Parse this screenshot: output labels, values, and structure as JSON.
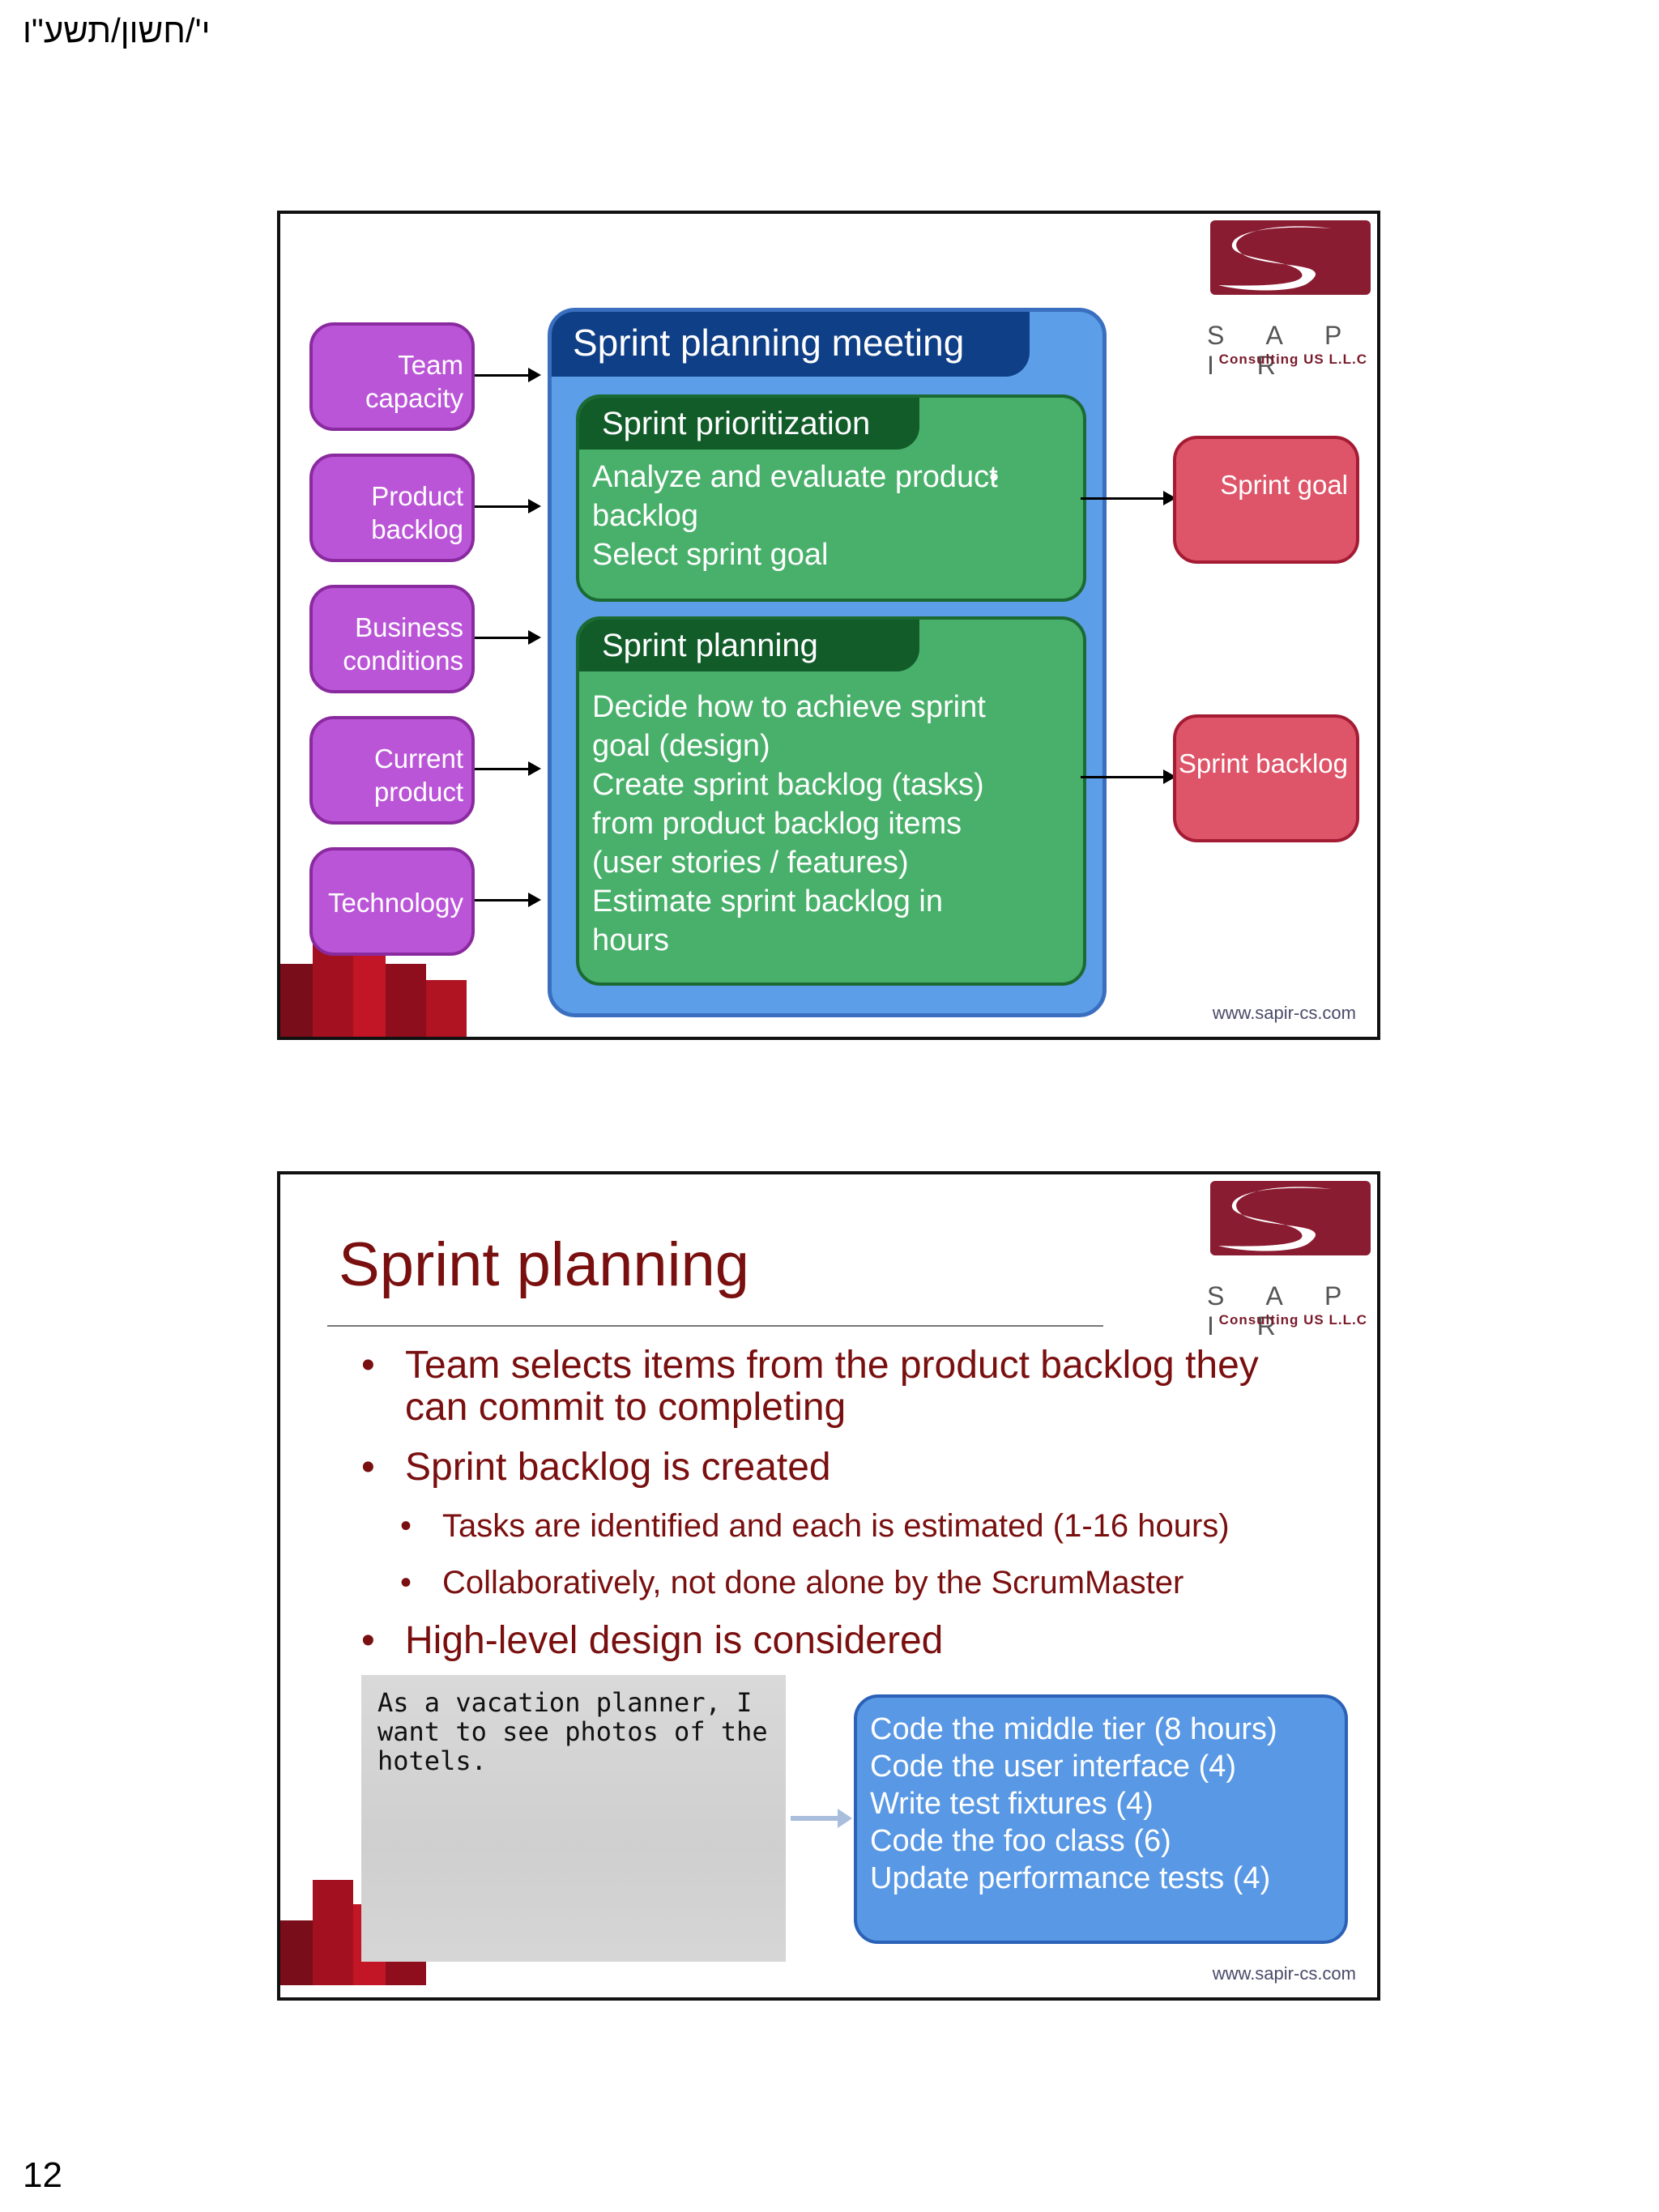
{
  "header": {
    "date": "י'/חשון/תשע\"ו"
  },
  "page": {
    "number": "12"
  },
  "logo": {
    "name": "S A P I R",
    "subtitle": "Consulting US L.L.C"
  },
  "website": "www.sapir-cs.com",
  "slide1": {
    "inputs": [
      "Team capacity",
      "Product backlog",
      "Business conditions",
      "Current product",
      "Technology"
    ],
    "meeting_title": "Sprint planning meeting",
    "prioritization": {
      "title": "Sprint prioritization",
      "items": [
        "Analyze and evaluate product backlog",
        "Select sprint goal"
      ]
    },
    "planning": {
      "title": "Sprint planning",
      "items": [
        "Decide how to achieve sprint goal (design)",
        "Create sprint backlog (tasks) from product backlog items (user stories / features)",
        "Estimate sprint backlog in hours"
      ]
    },
    "outputs": [
      "Sprint goal",
      "Sprint backlog"
    ]
  },
  "slide2": {
    "title": "Sprint planning",
    "bullets": [
      "Team selects items from the product backlog they can commit to completing",
      "Sprint backlog is created",
      "Tasks are identified and each is estimated (1-16 hours)",
      "Collaboratively, not done alone by the ScrumMaster",
      "High-level design is considered"
    ],
    "story_card": "As a vacation planner, I want to see photos of the hotels.",
    "tasks": [
      "Code the middle tier (8 hours)",
      "Code the user interface (4)",
      "Write test fixtures (4)",
      "Code the foo class (6)",
      "Update performance tests (4)"
    ]
  },
  "colors": {
    "input_box": "#bb55d8",
    "meeting_bg": "#5c9ee8",
    "green_box": "#48b06a",
    "output_box": "#de5468",
    "title_red": "#7a0f0f"
  }
}
